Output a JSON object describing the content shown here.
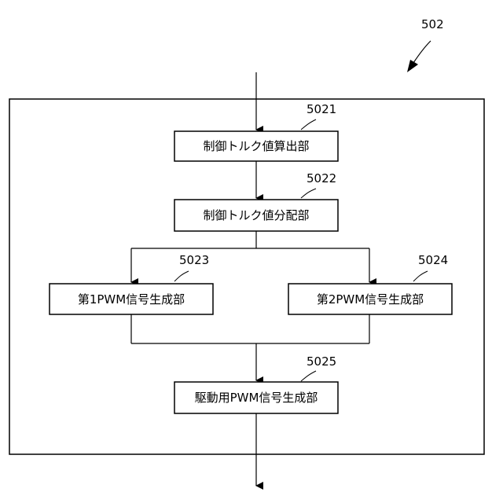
{
  "figure": {
    "ref": "502"
  },
  "blocks": [
    {
      "ref": "5021",
      "label": "制御トルク値算出部"
    },
    {
      "ref": "5022",
      "label": "制御トルク値分配部"
    },
    {
      "ref": "5023",
      "label": "第1PWM信号生成部"
    },
    {
      "ref": "5024",
      "label": "第2PWM信号生成部"
    },
    {
      "ref": "5025",
      "label": "駆動用PWM信号生成部"
    }
  ]
}
